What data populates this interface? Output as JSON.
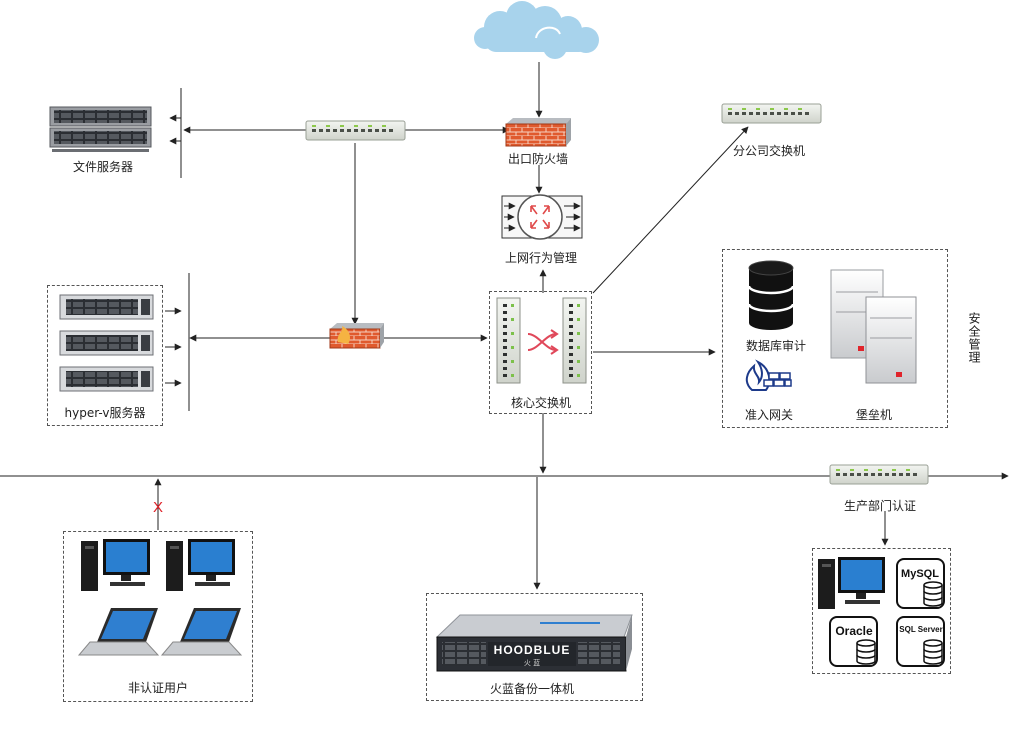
{
  "labels": {
    "file_server": "文件服务器",
    "exit_firewall": "出口防火墙",
    "behavior_mgmt": "上网行为管理",
    "branch_switch": "分公司交换机",
    "hyperv_server": "hyper-v服务器",
    "core_switch": "核心交换机",
    "db_audit": "数据库审计",
    "access_gateway": "准入网关",
    "bastion": "堡垒机",
    "security_mgmt": "安全管理",
    "production_auth": "生产部门认证",
    "unauth_users": "非认证用户",
    "backup_appliance": "火蓝备份一体机"
  },
  "marks": {
    "blocked": "X",
    "brand": "HOODBLUE",
    "brand_sub": "火  蓝",
    "db_mysql": "MySQL",
    "db_oracle": "Oracle",
    "db_sqlserver": "SQL Server"
  },
  "colors": {
    "line": "#222222",
    "firewall": "#e0512b",
    "switch_body": "#e6e9e4",
    "cloud": "#a8d3ec",
    "blocked": "#e0242b",
    "monitor": "#2a7fd0"
  }
}
